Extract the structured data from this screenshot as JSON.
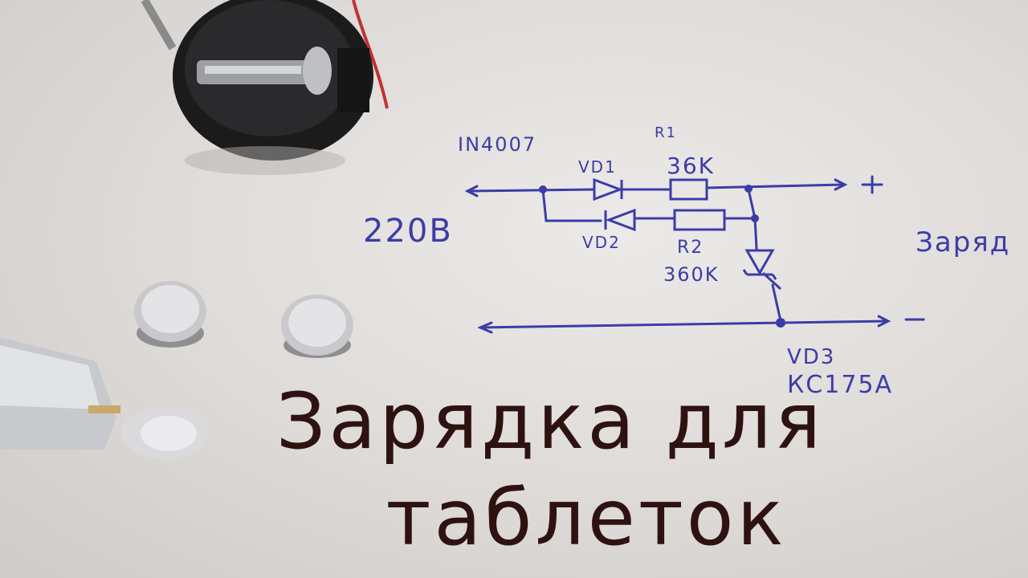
{
  "caption": {
    "line1": "Зарядка для",
    "line2": "таблеток"
  },
  "schematic": {
    "diode_model": "IN4007",
    "vd1": "VD1",
    "vd2": "VD2",
    "vd3": "VD3",
    "vd3_model": "КС175А",
    "r1": "R1",
    "r1_value": "36K",
    "r2": "R2",
    "r2_value": "360K",
    "input_voltage": "220В",
    "plus": "+",
    "minus": "-",
    "output_label": "Заряд"
  },
  "colors": {
    "ink": "#3c3ca8",
    "caption": "#2e1212",
    "paper": "#e6e3e1"
  }
}
